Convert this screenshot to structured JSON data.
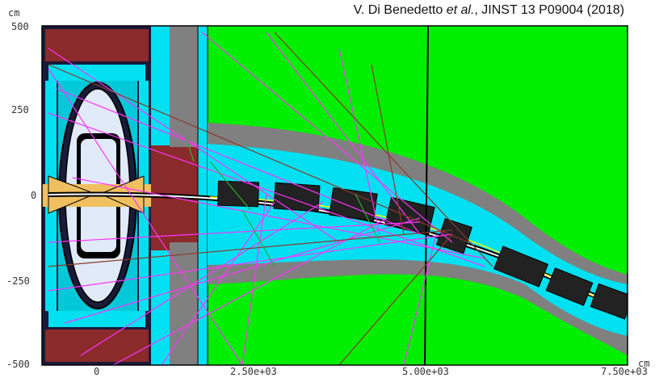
{
  "citation": {
    "authors": "V. Di Benedetto",
    "etal": "et al.",
    "ref": ", JINST 13 P09004 (2018)"
  },
  "axes": {
    "y_unit": "cm",
    "x_unit": "cm",
    "y_ticks": [
      "500",
      "250",
      "0",
      "-250",
      "-500"
    ],
    "x_ticks": [
      "0",
      "2.50e+03",
      "5.00e+03",
      "7.50e+03"
    ]
  },
  "colors": {
    "background": "#00ee00",
    "shield_gray": "#808080",
    "cyan": "#00e0f0",
    "magnet_red": "#8b2a2a",
    "detector_orange": "#f0c060",
    "track_magenta": "#ff33ff",
    "track_brown": "#8b3a2a",
    "track_green": "#33aa33"
  }
}
